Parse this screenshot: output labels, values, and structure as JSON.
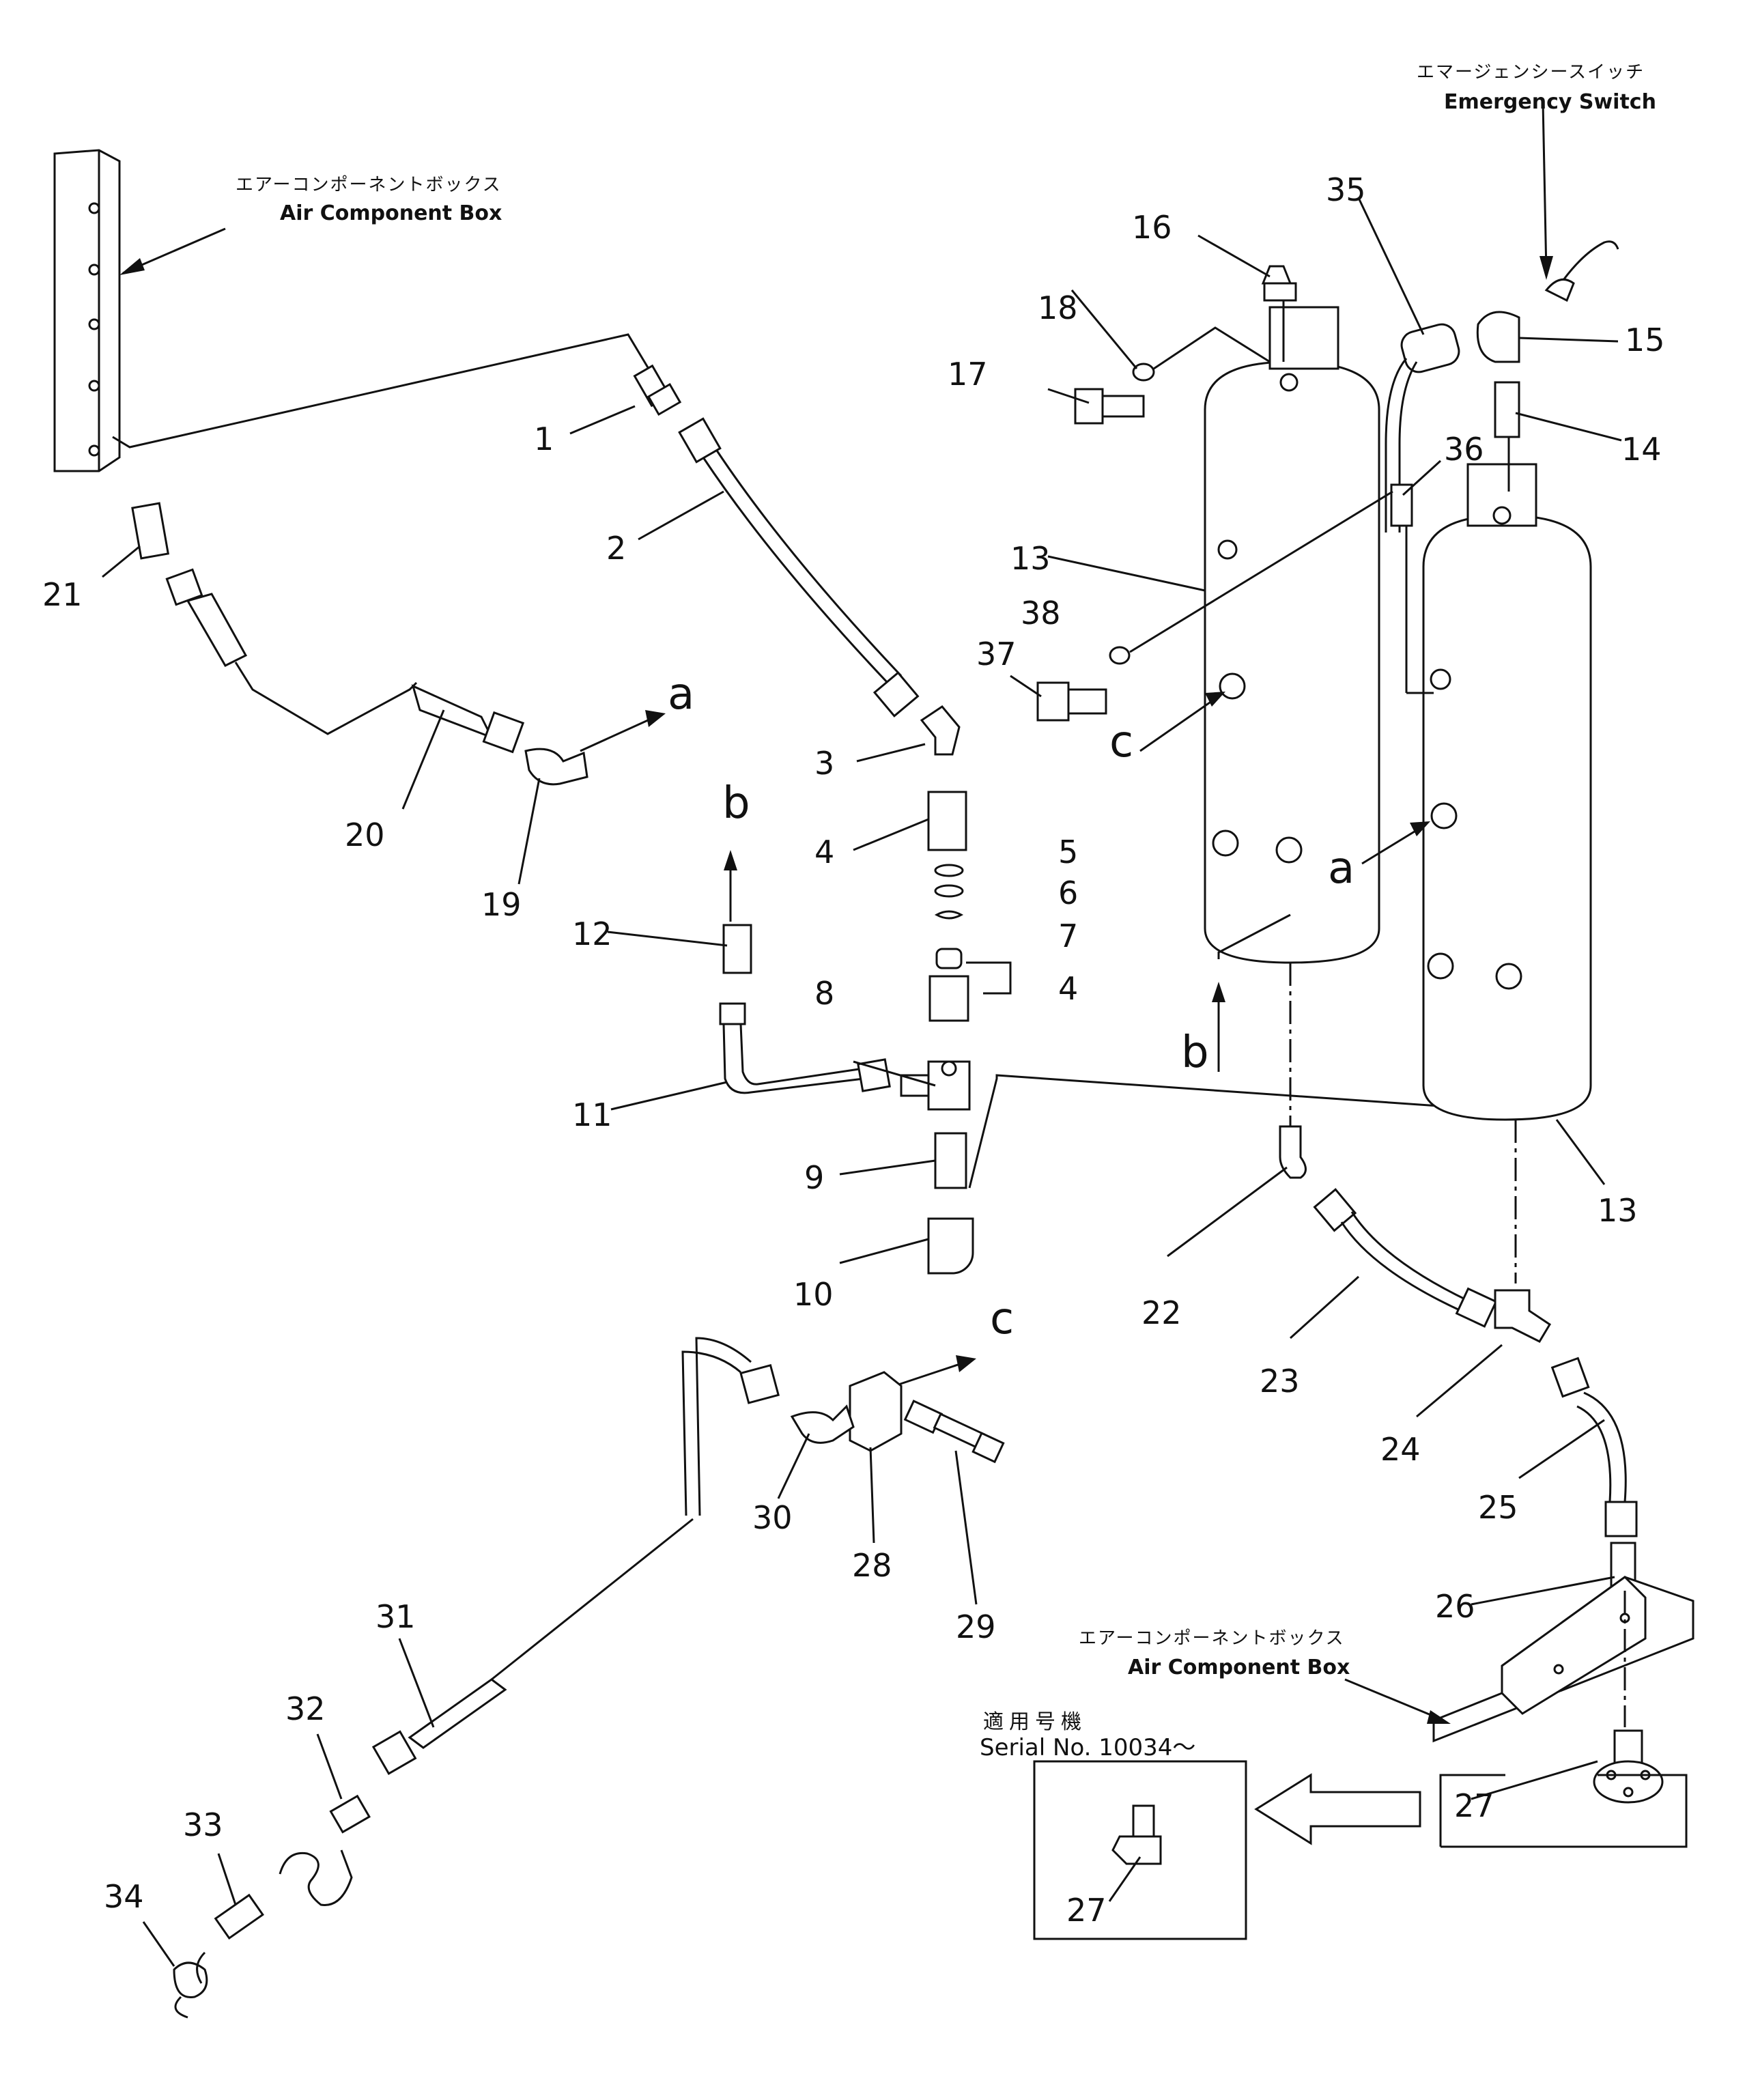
{
  "captions": {
    "air_box_top": {
      "jp": "エアーコンポーネントボックス",
      "en": "Air Component Box"
    },
    "emergency_switch": {
      "jp": "エマージェンシースイッチ",
      "en": "Emergency Switch"
    },
    "air_box_bottom": {
      "jp": "エアーコンポーネントボックス",
      "en": "Air Component Box"
    },
    "serial": {
      "jp": "適用号機",
      "en": "Serial No. 10034～"
    }
  },
  "part_numbers": {
    "p1": "1",
    "p2": "2",
    "p3": "3",
    "p4a": "4",
    "p4b": "4",
    "p5": "5",
    "p6": "6",
    "p7": "7",
    "p8": "8",
    "p9": "9",
    "p10": "10",
    "p11": "11",
    "p12": "12",
    "p13a": "13",
    "p13b": "13",
    "p14": "14",
    "p15": "15",
    "p16": "16",
    "p17": "17",
    "p18": "18",
    "p19": "19",
    "p20": "20",
    "p21": "21",
    "p22": "22",
    "p23": "23",
    "p24": "24",
    "p25": "25",
    "p26": "26",
    "p27a": "27",
    "p27b": "27",
    "p28": "28",
    "p29": "29",
    "p30": "30",
    "p31": "31",
    "p32": "32",
    "p33": "33",
    "p34": "34",
    "p35": "35",
    "p36": "36",
    "p37": "37",
    "p38": "38"
  },
  "connection_letters": {
    "a_out": "a",
    "a_in": "a",
    "b_out": "b",
    "b_in": "b",
    "c_out": "c",
    "c_in": "c"
  }
}
